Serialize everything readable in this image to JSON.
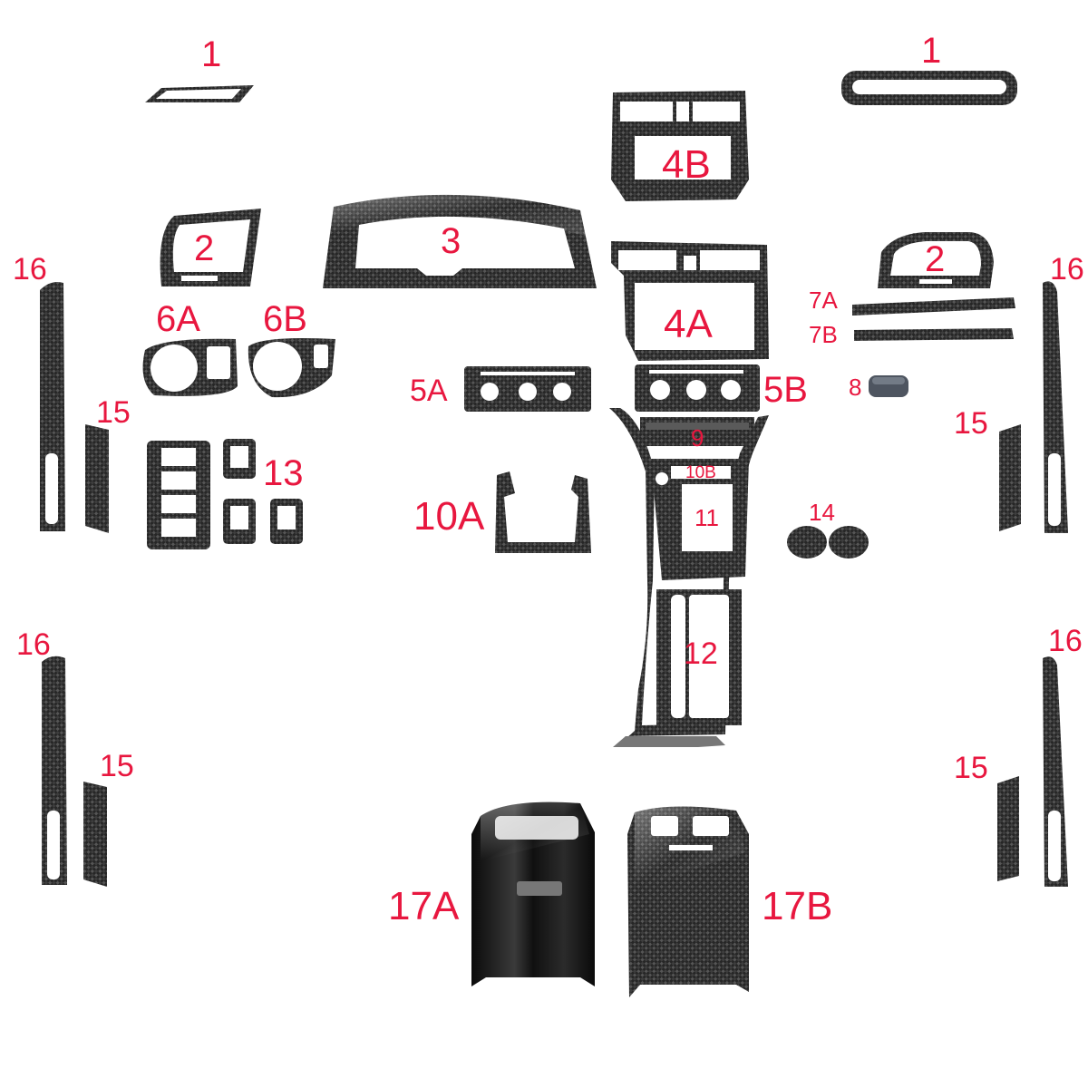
{
  "colors": {
    "label": "#e8173f",
    "carbon_dark": "#1b1b1b",
    "carbon_light": "#6a6a6a",
    "background": "#ffffff"
  },
  "labels": {
    "p1_left": "1",
    "p1_right": "1",
    "p2_left": "2",
    "p2_right": "2",
    "p3": "3",
    "p4a": "4A",
    "p4b": "4B",
    "p5a": "5A",
    "p5b": "5B",
    "p6a": "6A",
    "p6b": "6B",
    "p7a": "7A",
    "p7b": "7B",
    "p8": "8",
    "p9": "9",
    "p10a": "10A",
    "p10b": "10B",
    "p11": "11",
    "p12": "12",
    "p13": "13",
    "p14": "14",
    "p15_tl": "15",
    "p15_tr": "15",
    "p15_bl": "15",
    "p15_br": "15",
    "p16_tl": "16",
    "p16_tr": "16",
    "p16_bl": "16",
    "p16_br": "16",
    "p17a": "17A",
    "p17b": "17B"
  }
}
